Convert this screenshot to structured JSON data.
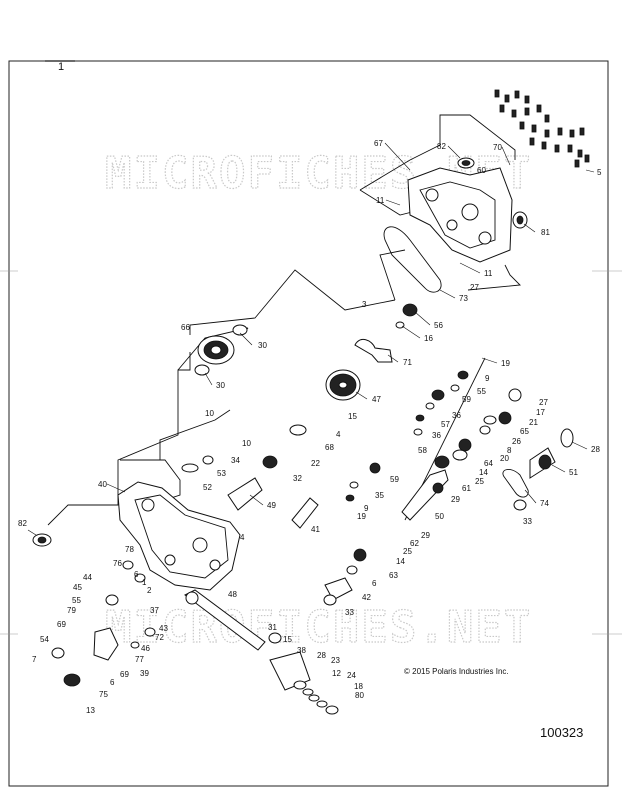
{
  "figure_index": "1",
  "watermark_top": "MICROFICHES.NET",
  "watermark_bottom": "MICROFICHES.NET",
  "copyright": "© 2015 Polaris Industries Inc.",
  "figure_number": "100323",
  "callouts": [
    {
      "id": "c67",
      "text": "67"
    },
    {
      "id": "c82a",
      "text": "82"
    },
    {
      "id": "c70",
      "text": "70"
    },
    {
      "id": "c60",
      "text": "60"
    },
    {
      "id": "c5",
      "text": "5"
    },
    {
      "id": "c11a",
      "text": "11"
    },
    {
      "id": "c81",
      "text": "81"
    },
    {
      "id": "c11b",
      "text": "11"
    },
    {
      "id": "c27a",
      "text": "27"
    },
    {
      "id": "c73",
      "text": "73"
    },
    {
      "id": "c3",
      "text": "3"
    },
    {
      "id": "c56",
      "text": "56"
    },
    {
      "id": "c16",
      "text": "16"
    },
    {
      "id": "c66",
      "text": "66"
    },
    {
      "id": "c30a",
      "text": "30"
    },
    {
      "id": "c30b",
      "text": "30"
    },
    {
      "id": "c71",
      "text": "71"
    },
    {
      "id": "c19a",
      "text": "19"
    },
    {
      "id": "c9a",
      "text": "9"
    },
    {
      "id": "c55",
      "text": "55"
    },
    {
      "id": "c47",
      "text": "47"
    },
    {
      "id": "c59a",
      "text": "59"
    },
    {
      "id": "c27b",
      "text": "27"
    },
    {
      "id": "c17",
      "text": "17"
    },
    {
      "id": "c36a",
      "text": "36"
    },
    {
      "id": "c57",
      "text": "57"
    },
    {
      "id": "c21",
      "text": "21"
    },
    {
      "id": "c15a",
      "text": "15"
    },
    {
      "id": "c65",
      "text": "65"
    },
    {
      "id": "c10a",
      "text": "10"
    },
    {
      "id": "c4a",
      "text": "4"
    },
    {
      "id": "c36b",
      "text": "36"
    },
    {
      "id": "c26",
      "text": "26"
    },
    {
      "id": "c10b",
      "text": "10"
    },
    {
      "id": "c68",
      "text": "68"
    },
    {
      "id": "c8",
      "text": "8"
    },
    {
      "id": "c28a",
      "text": "28"
    },
    {
      "id": "c20",
      "text": "20"
    },
    {
      "id": "c34",
      "text": "34"
    },
    {
      "id": "c58",
      "text": "58"
    },
    {
      "id": "c22",
      "text": "22"
    },
    {
      "id": "c64",
      "text": "64"
    },
    {
      "id": "c51",
      "text": "51"
    },
    {
      "id": "c14a",
      "text": "14"
    },
    {
      "id": "c53",
      "text": "53"
    },
    {
      "id": "c25a",
      "text": "25"
    },
    {
      "id": "c32",
      "text": "32"
    },
    {
      "id": "c59b",
      "text": "59"
    },
    {
      "id": "c52",
      "text": "52"
    },
    {
      "id": "c61",
      "text": "61"
    },
    {
      "id": "c40",
      "text": "40"
    },
    {
      "id": "c35",
      "text": "35"
    },
    {
      "id": "c29a",
      "text": "29"
    },
    {
      "id": "c74",
      "text": "74"
    },
    {
      "id": "c49",
      "text": "49"
    },
    {
      "id": "c9b",
      "text": "9"
    },
    {
      "id": "c19b",
      "text": "19"
    },
    {
      "id": "c50",
      "text": "50"
    },
    {
      "id": "c33a",
      "text": "33"
    },
    {
      "id": "c41",
      "text": "41"
    },
    {
      "id": "c82b",
      "text": "82"
    },
    {
      "id": "c4b",
      "text": "4"
    },
    {
      "id": "c29b",
      "text": "29"
    },
    {
      "id": "c62",
      "text": "62"
    },
    {
      "id": "c25b",
      "text": "25"
    },
    {
      "id": "c78",
      "text": "78"
    },
    {
      "id": "c14b",
      "text": "14"
    },
    {
      "id": "c76",
      "text": "76"
    },
    {
      "id": "c63",
      "text": "63"
    },
    {
      "id": "c6a",
      "text": "6"
    },
    {
      "id": "c1b",
      "text": "1"
    },
    {
      "id": "c44",
      "text": "44"
    },
    {
      "id": "c2",
      "text": "2"
    },
    {
      "id": "c6b",
      "text": "6"
    },
    {
      "id": "c45",
      "text": "45"
    },
    {
      "id": "c48",
      "text": "48"
    },
    {
      "id": "c42",
      "text": "42"
    },
    {
      "id": "c55b",
      "text": "55"
    },
    {
      "id": "c37",
      "text": "37"
    },
    {
      "id": "c33b",
      "text": "33"
    },
    {
      "id": "c79",
      "text": "79"
    },
    {
      "id": "c43",
      "text": "43"
    },
    {
      "id": "c72",
      "text": "72"
    },
    {
      "id": "c69a",
      "text": "69"
    },
    {
      "id": "c46",
      "text": "46"
    },
    {
      "id": "c31",
      "text": "31"
    },
    {
      "id": "c15b",
      "text": "15"
    },
    {
      "id": "c54",
      "text": "54"
    },
    {
      "id": "c77",
      "text": "77"
    },
    {
      "id": "c38",
      "text": "38"
    },
    {
      "id": "c7",
      "text": "7"
    },
    {
      "id": "c69b",
      "text": "69"
    },
    {
      "id": "c39",
      "text": "39"
    },
    {
      "id": "c28b",
      "text": "28"
    },
    {
      "id": "c23",
      "text": "23"
    },
    {
      "id": "c6c",
      "text": "6"
    },
    {
      "id": "c12",
      "text": "12"
    },
    {
      "id": "c24",
      "text": "24"
    },
    {
      "id": "c75",
      "text": "75"
    },
    {
      "id": "c18",
      "text": "18"
    },
    {
      "id": "c80",
      "text": "80"
    },
    {
      "id": "c13",
      "text": "13"
    }
  ]
}
